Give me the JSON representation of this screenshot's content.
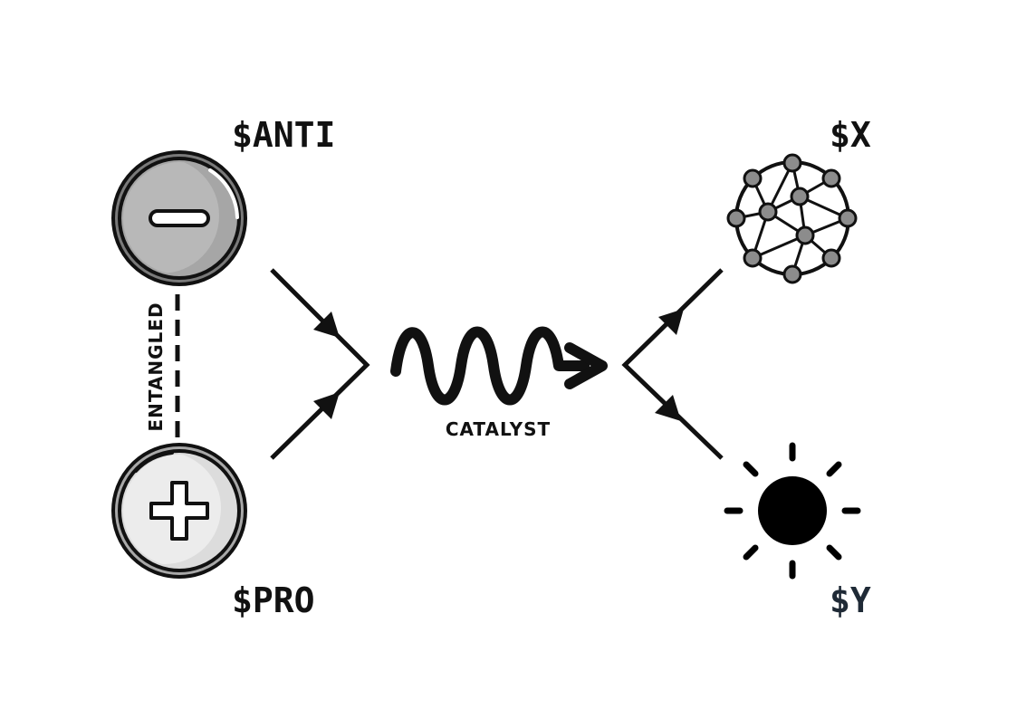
{
  "labels": {
    "anti": "$ANTI",
    "pro": "$PRO",
    "x": "$X",
    "y": "$Y",
    "entangled": "ENTANGLED",
    "catalyst": "CATALYST"
  },
  "icons": {
    "anti": "minus-coin-icon",
    "pro": "plus-coin-icon",
    "x": "network-icon",
    "y": "sun-icon"
  },
  "colors": {
    "ink": "#111111",
    "anti_fill": "#a6a6a6",
    "pro_fill": "#dcdcdc",
    "node_fill": "#8c8c8c",
    "y_label": "#1f2a36"
  }
}
